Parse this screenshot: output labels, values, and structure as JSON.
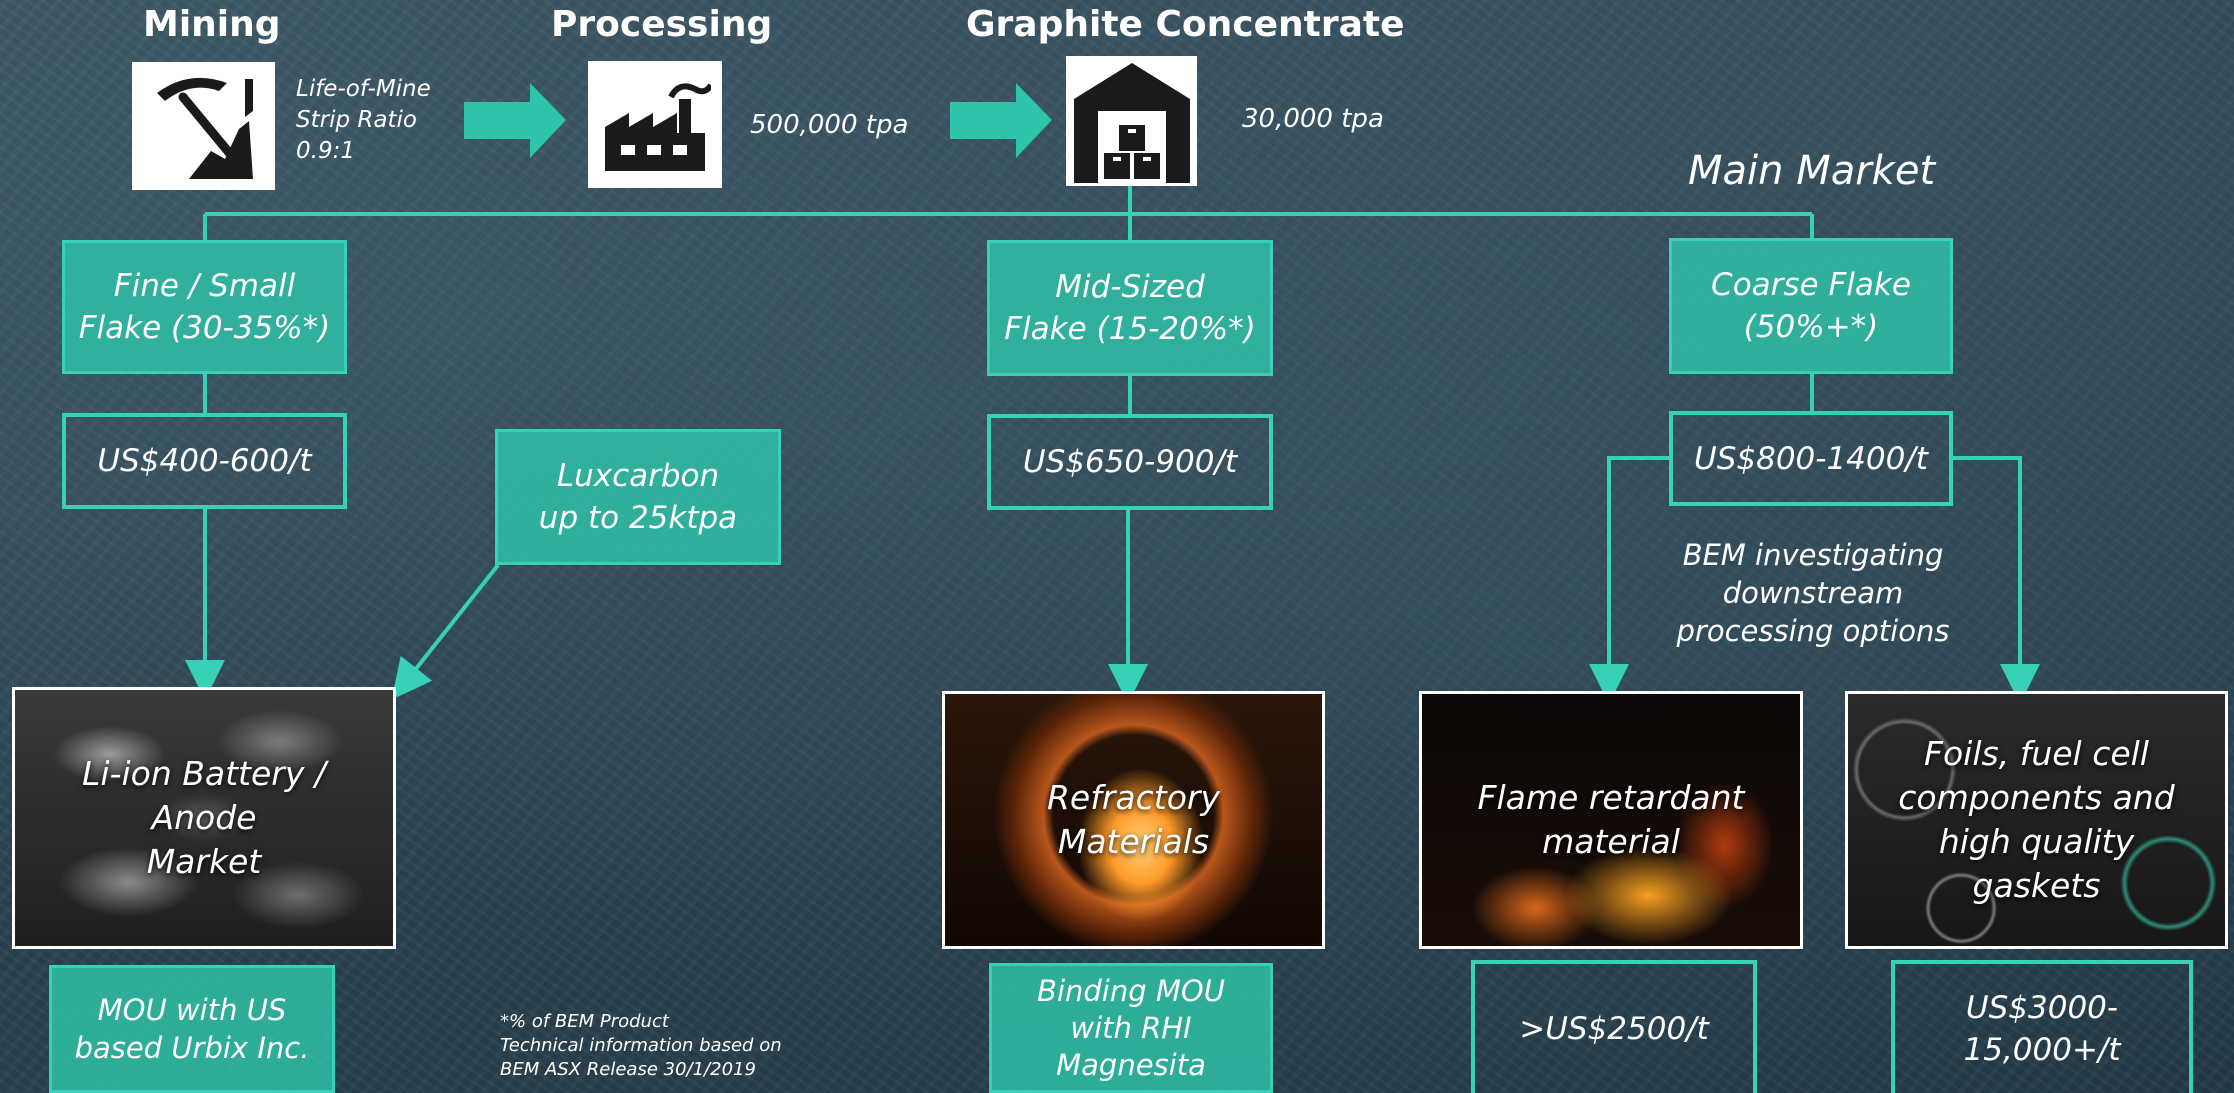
{
  "stages": {
    "mining": "Mining",
    "processing": "Processing",
    "concentrate": "Graphite Concentrate"
  },
  "notes": {
    "strip_ratio_line1": "Life-of-Mine",
    "strip_ratio_line2": "Strip Ratio",
    "strip_ratio_line3": "0.9:1",
    "processing_rate": "500,000 tpa",
    "concentrate_rate": "30,000 tpa"
  },
  "main_market": "Main Market",
  "flakes": {
    "fine_line1": "Fine / Small",
    "fine_line2": "Flake (30-35%*)",
    "mid_line1": "Mid-Sized",
    "mid_line2": "Flake (15-20%*)",
    "coarse_line1": "Coarse Flake",
    "coarse_line2": "(50%+*)"
  },
  "prices": {
    "fine": "US$400-600/t",
    "mid": "US$650-900/t",
    "coarse": "US$800-1400/t"
  },
  "luxcarbon": {
    "line1": "Luxcarbon",
    "line2": "up to 25ktpa"
  },
  "downstream": {
    "line1": "BEM investigating downstream",
    "line2": "processing options"
  },
  "markets": {
    "battery_line1": "Li-ion Battery / Anode",
    "battery_line2": "Market",
    "refractory_line1": "Refractory",
    "refractory_line2": "Materials",
    "flame_line1": "Flame retardant",
    "flame_line2": "material",
    "foils_line1": "Foils, fuel cell",
    "foils_line2": "components and",
    "foils_line3": "high quality",
    "foils_line4": "gaskets"
  },
  "bottom": {
    "mou_line1": "MOU with US",
    "mou_line2": "based Urbix Inc.",
    "binding_line1": "Binding MOU",
    "binding_line2": "with RHI",
    "binding_line3": "Magnesita",
    "flame_price": ">US$2500/t",
    "foils_price_line1": "US$3000-",
    "foils_price_line2": "15,000+/t"
  },
  "footnote": {
    "line1": "*% of BEM Product",
    "line2": "Technical information based on",
    "line3": "BEM ASX Release 30/1/2019"
  },
  "colors": {
    "teal": "#36d1b7",
    "teal_fill": "#2ec4aa",
    "background": "#2c4452"
  },
  "icons": [
    "pickaxe-icon",
    "arrow-right-icon",
    "factory-icon",
    "warehouse-icon"
  ]
}
